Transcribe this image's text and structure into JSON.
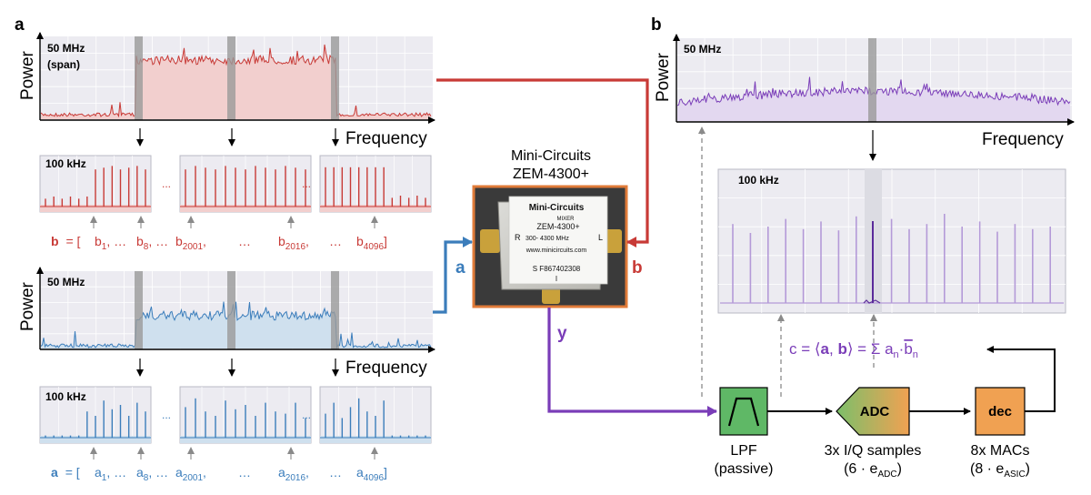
{
  "panels": {
    "a": "a",
    "b": "b"
  },
  "axes": {
    "power": "Power",
    "frequency": "Frequency"
  },
  "spans": {
    "wide": "50 MHz",
    "wide_note": "(span)",
    "narrow": "100 kHz"
  },
  "ellipsis": "...",
  "vector_b": {
    "name": "b",
    "eq": "= [",
    "items": [
      {
        "base": "b",
        "sub": "1",
        "tail": ",  …"
      },
      {
        "base": "b",
        "sub": "8",
        "tail": ", …"
      },
      {
        "base": "b",
        "sub": "2001",
        "tail": ","
      },
      {
        "base": "…",
        "sub": "",
        "tail": ""
      },
      {
        "base": "b",
        "sub": "2016",
        "tail": ","
      },
      {
        "base": "…",
        "sub": "",
        "tail": ""
      },
      {
        "base": "b",
        "sub": "4096",
        "tail": "]"
      }
    ]
  },
  "vector_a": {
    "name": "a",
    "eq": "= [",
    "items": [
      {
        "base": "a",
        "sub": "1",
        "tail": ",  …"
      },
      {
        "base": "a",
        "sub": "8",
        "tail": ", …"
      },
      {
        "base": "a",
        "sub": "2001",
        "tail": ","
      },
      {
        "base": "…",
        "sub": "",
        "tail": ""
      },
      {
        "base": "a",
        "sub": "2016",
        "tail": ","
      },
      {
        "base": "…",
        "sub": "",
        "tail": ""
      },
      {
        "base": "a",
        "sub": "4096",
        "tail": "]"
      }
    ]
  },
  "mixer": {
    "title_line1": "Mini-Circuits",
    "title_line2": "ZEM-4300+",
    "logo": "Mini-Circuits",
    "kind": "MIXER",
    "model": "ZEM-4300+",
    "range": "300- 4300 MHz",
    "port_r": "R",
    "port_l": "L",
    "url": "www.minicircuits.com",
    "serial": "S F867402308",
    "port_i": "I"
  },
  "ports": {
    "a": "a",
    "b": "b",
    "y": "y"
  },
  "blocks": {
    "lpf": {
      "line1": "LPF",
      "line2": "(passive)"
    },
    "adc": {
      "label": "ADC",
      "line1": "3x I/Q samples",
      "line2": "(6 · e",
      "line2_sub": "ADC",
      "line2_end": ")"
    },
    "dec": {
      "label": "dec",
      "line1": "8x MACs",
      "line2": "(8 · e",
      "line2_sub": "ASIC",
      "line2_end": ")"
    }
  },
  "inner_product": {
    "lhs": "c = ⟨",
    "a": "a",
    "comma": ", ",
    "b": "b",
    "rhs": "⟩ = Σ a",
    "sub_n1": "n",
    "dot": "·",
    "bbar": "b",
    "sub_n2": "n"
  },
  "colors": {
    "red": "#c83a36",
    "red_fill": "#f2cfce",
    "blue": "#3b7dbb",
    "blue_fill": "#cfe0ee",
    "purple": "#7a3db8",
    "purple_fill": "#e3d8f0",
    "light_purple": "#b49ad8",
    "plot_bg": "#ecebf1",
    "grid": "#ffffff",
    "notch": "#9a9a9a",
    "lpf": "#5fb866",
    "adc_left": "#7cbf6a",
    "adc_right": "#f0a152",
    "dec": "#f0a152",
    "mixer_frame": "#e07b39"
  }
}
